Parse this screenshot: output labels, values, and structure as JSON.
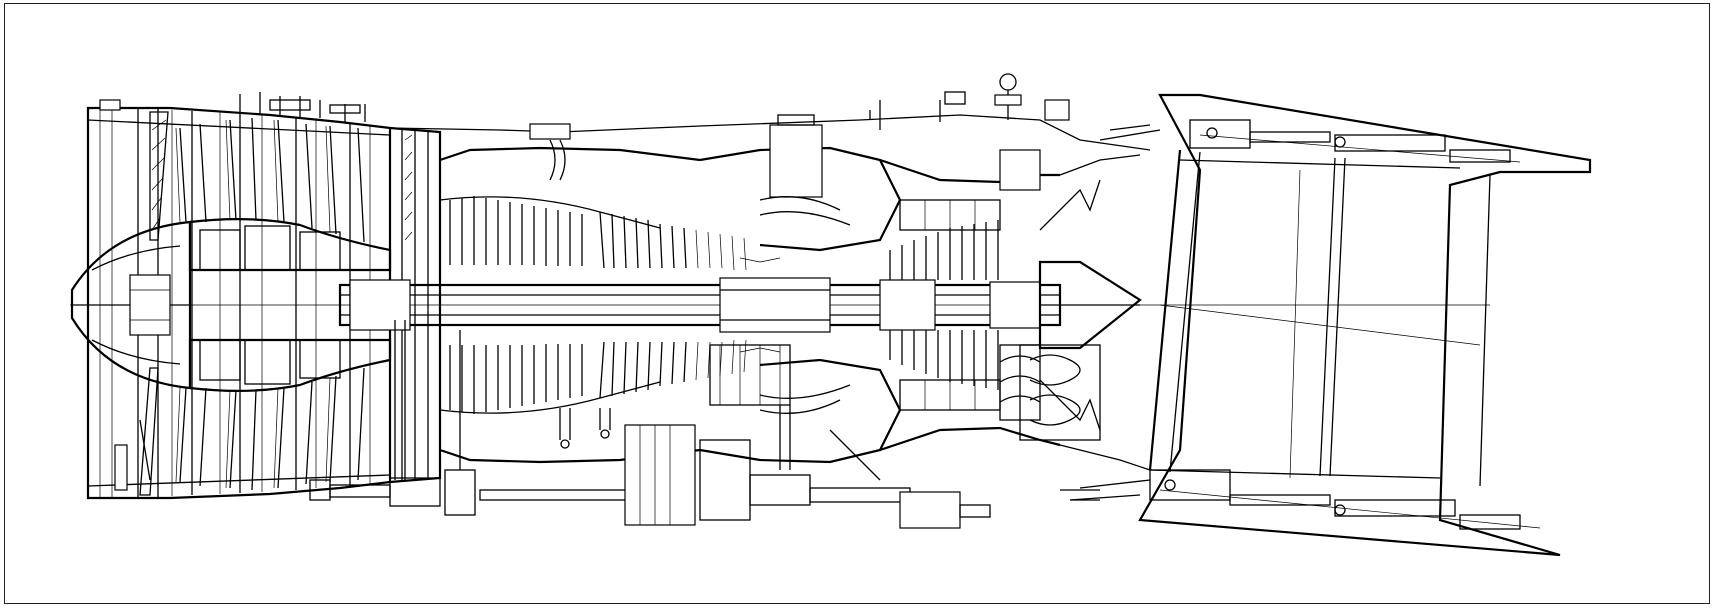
{
  "drawing": {
    "type": "turbofan engine longitudinal cross-section",
    "line_color": "#000000",
    "background_color": "#ffffff",
    "fan_stages": 4,
    "lpc_blade_rows": 12,
    "hpc_blade_rows": 18,
    "turbine_blade_rows": 10
  }
}
